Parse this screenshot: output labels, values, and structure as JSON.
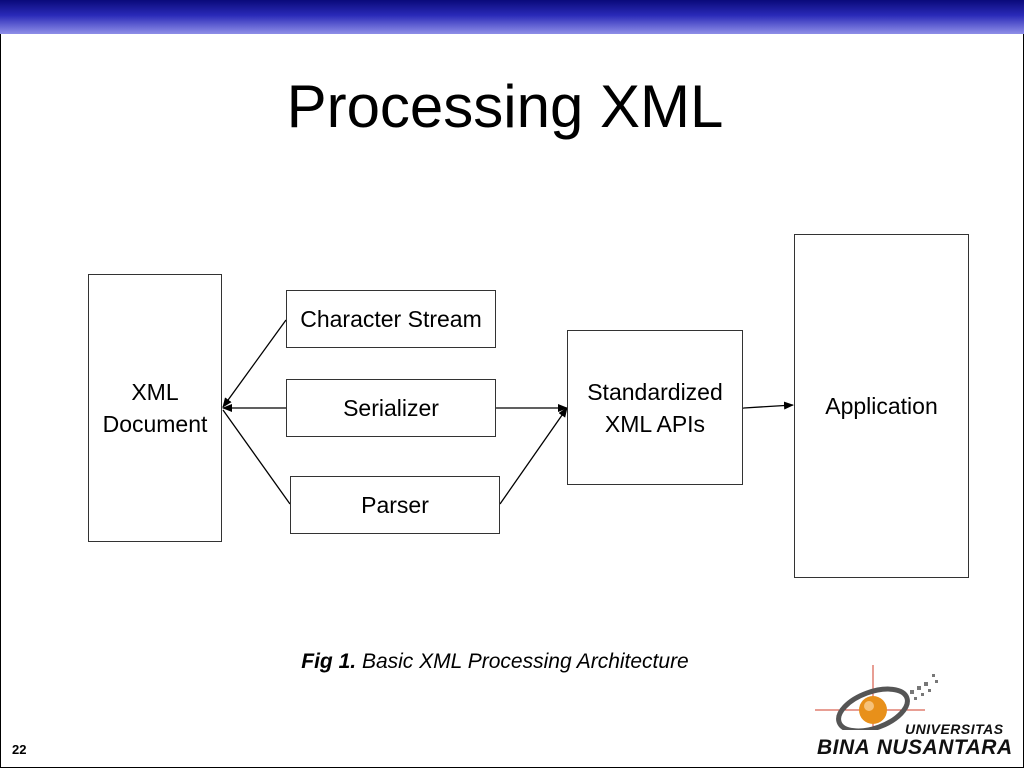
{
  "slide": {
    "title": "Processing XML",
    "page_number": "22"
  },
  "diagram": {
    "nodes": {
      "xml_document": "XML\nDocument",
      "character_stream": "Character Stream",
      "serializer": "Serializer",
      "parser": "Parser",
      "standardized_apis": "Standardized\nXML APIs",
      "application": "Application"
    }
  },
  "caption": {
    "label": "Fig 1.",
    "text": "Basic XML Processing Architecture"
  },
  "logo": {
    "line1": "UNIVERSITAS",
    "line2_a": "BINA",
    "line2_b": "NUSANTARA"
  },
  "colors": {
    "topbar_dark": "#0a0a7a",
    "topbar_light": "#8f8fe8",
    "logo_orange": "#e8901a"
  }
}
